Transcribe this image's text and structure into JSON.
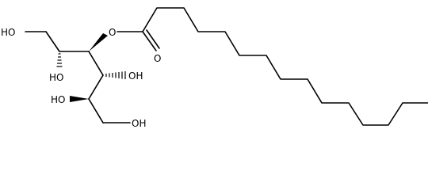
{
  "molecule": {
    "atoms": {
      "ho_top": "HO",
      "ho_c2": "HO",
      "ester_o": "O",
      "carbonyl_o": "O",
      "oh_c4": "OH",
      "ho_c5": "HO",
      "oh_c6": "OH"
    }
  }
}
